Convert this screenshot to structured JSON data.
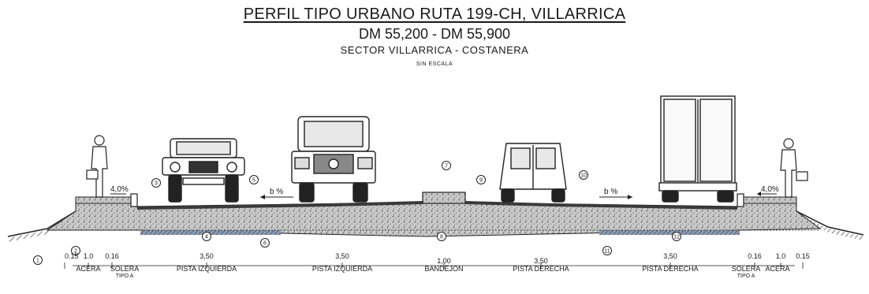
{
  "header": {
    "title": "PERFIL TIPO URBANO RUTA 199-CH, VILLARRICA",
    "dm_range": "DM 55,200 - DM 55,900",
    "sector": "SECTOR  VILLARRICA - COSTANERA",
    "scale_note": "SIN ESCALA"
  },
  "slopes": {
    "sidewalk_left": "4,0%",
    "sidewalk_right": "4,0%",
    "lane_left": "b %",
    "lane_right": "b %"
  },
  "dimensions": [
    {
      "key": "acera_l",
      "value": "0.15",
      "label": ""
    },
    {
      "key": "acera_l2",
      "value": "1.0",
      "label": "ACERA"
    },
    {
      "key": "solera_l",
      "value": "0.16",
      "label": "SOLERA",
      "label2": "TIPO A"
    },
    {
      "key": "pista_izq_1",
      "value": "3,50",
      "label": "PISTA IZQUIERDA"
    },
    {
      "key": "pista_izq_2",
      "value": "3,50",
      "label": "PISTA IZQUIERDA"
    },
    {
      "key": "bandejon",
      "value": "1,00",
      "label": "BANDEJON"
    },
    {
      "key": "pista_der_1",
      "value": "3,50",
      "label": "PISTA DERECHA"
    },
    {
      "key": "pista_der_2",
      "value": "3,50",
      "label": "PISTA DERECHA"
    },
    {
      "key": "solera_r",
      "value": "0.16",
      "label": "SOLERA",
      "label2": "TIPO A"
    },
    {
      "key": "acera_r",
      "value": "1.0",
      "label": "ACERA"
    },
    {
      "key": "acera_r2",
      "value": "0.15",
      "label": ""
    }
  ],
  "callouts": [
    "1",
    "2",
    "3",
    "4",
    "5",
    "6",
    "7",
    "8",
    "9",
    "10",
    "11",
    "12"
  ],
  "colors": {
    "ink": "#1a1a1a",
    "pavement": "#3a3a3a",
    "base_fill": "#bcbcbc",
    "blue_layer": "#5c6f8a"
  }
}
